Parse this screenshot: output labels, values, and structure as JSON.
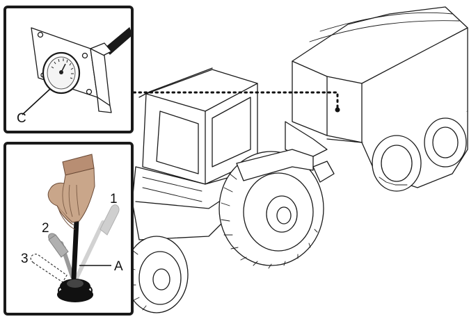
{
  "labels": {
    "gauge": "C",
    "lever": "A",
    "position_1": "1",
    "position_2": "2",
    "position_3": "3"
  },
  "colors": {
    "frame": "#1a1a1a",
    "glove": "#c9a68a",
    "glove_cuff": "#b88e73",
    "ghost_lever": "#bdbdbd"
  }
}
